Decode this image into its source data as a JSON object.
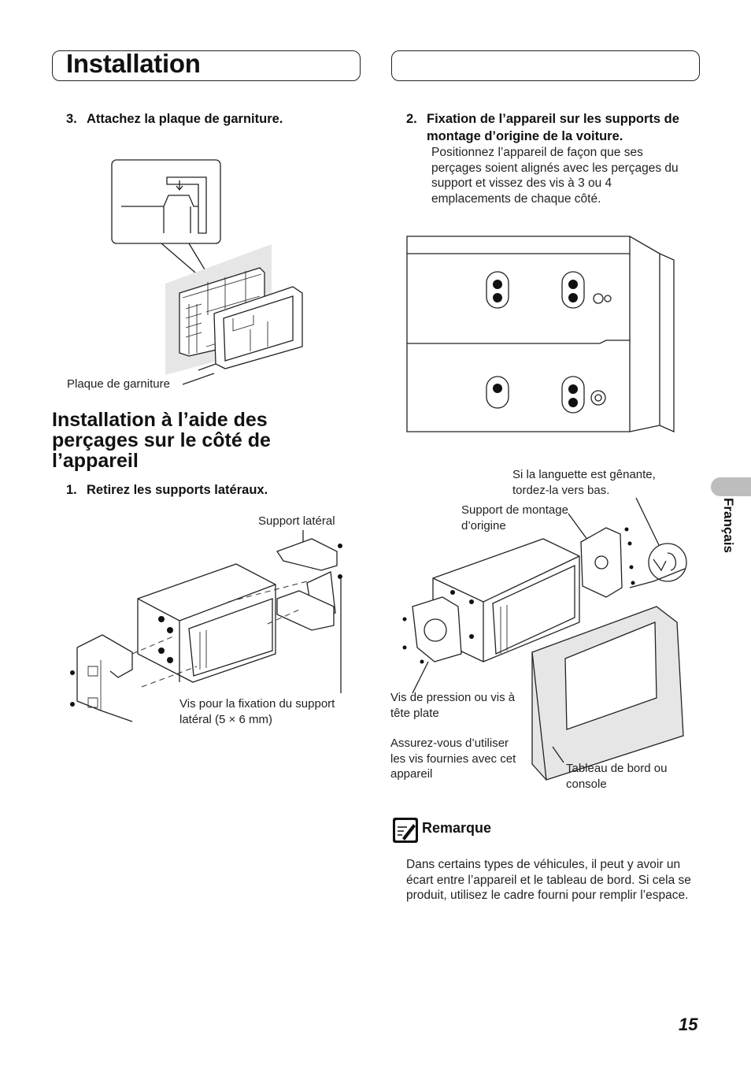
{
  "header": {
    "title": "Installation"
  },
  "left": {
    "step3": {
      "number": "3.",
      "text": "Attachez la plaque de garniture."
    },
    "fig1": {
      "label_trim": "Plaque de garniture"
    },
    "section_title": "Installation à l’aide des perçages sur le côté de l’appareil",
    "step1": {
      "number": "1.",
      "text": "Retirez les supports latéraux."
    },
    "fig2": {
      "label_bracket": "Support latéral",
      "label_screws": "Vis pour la fixation du support latéral (5 × 6 mm)"
    }
  },
  "right": {
    "step2": {
      "number": "2.",
      "text": "Fixation de l’appareil sur les supports de montage d’origine de la voiture.",
      "body": "Positionnez l’appareil de façon que ses perçages soient alignés avec les perçages du support et vissez des vis à 3 ou 4 emplacements de chaque côté."
    },
    "fig4": {
      "label_tab": "Si la languette est gênante, tordez-la vers bas.",
      "label_factory": "Support de montage d’origine",
      "label_screws": "Vis de pression ou vis à tête plate",
      "label_use": "Assurez-vous d’utiliser les vis fournies avec cet appareil",
      "label_dash": "Tableau de bord ou console"
    },
    "note": {
      "heading": "Remarque",
      "text": "Dans certains types de véhicules, il peut y avoir un écart entre l’appareil et le tableau de bord. Si cela se produit, utilisez le cadre fourni pour remplir l’espace.",
      "icon": "pencil-note-icon"
    }
  },
  "side_tab": {
    "label": "Français"
  },
  "footer": {
    "page_number": "15"
  }
}
